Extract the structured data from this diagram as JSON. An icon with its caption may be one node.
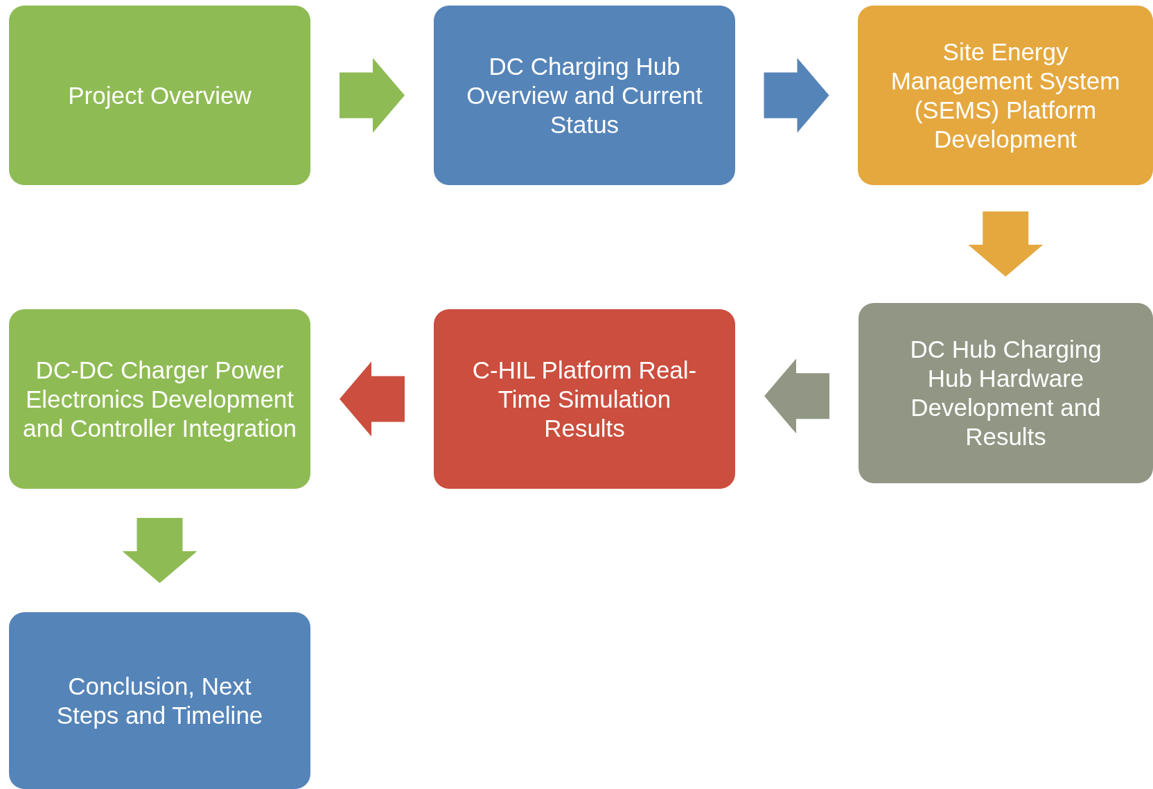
{
  "diagram": {
    "nodes": [
      {
        "text": [
          "Project Overview"
        ]
      },
      {
        "text": [
          "DC Charging Hub Overview and Current Status"
        ]
      },
      {
        "text": [
          "Site Energy Management System (SEMS) Platform Development"
        ]
      },
      {
        "text": [
          "DC Hub Charging Hub Hardware Development and Results"
        ]
      },
      {
        "text": [
          "C-HIL Platform Real-Time Simulation Results"
        ]
      },
      {
        "text": [
          "DC-DC Charger Power Electronics Development and Controller Integration"
        ]
      },
      {
        "text": [
          "Conclusion, Next Steps and Timeline"
        ]
      }
    ],
    "edges": [
      {
        "from": 0,
        "to": 1,
        "arrow": "to",
        "color": "#8fbb55"
      },
      {
        "from": 1,
        "to": 2,
        "arrow": "to",
        "color": "#5584b8"
      },
      {
        "from": 2,
        "to": 3,
        "arrow": "to",
        "color": "#e5a83f"
      },
      {
        "from": 3,
        "to": 4,
        "arrow": "to",
        "color": "#919784"
      },
      {
        "from": 4,
        "to": 5,
        "arrow": "to",
        "color": "#cb4e3e"
      },
      {
        "from": 5,
        "to": 6,
        "arrow": "to",
        "color": "#8fbb55"
      }
    ]
  }
}
